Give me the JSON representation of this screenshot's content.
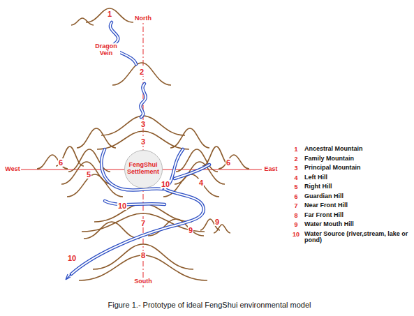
{
  "diagram": {
    "caption": "Figure 1.- Prototype of ideal FengShui environmental model",
    "nodes": [
      {
        "text": [
          "FengShui Settlement"
        ]
      }
    ],
    "edges": [],
    "labels": [
      "North",
      "South",
      "West",
      "East",
      "Dragon Vein",
      "1",
      "2",
      "3",
      "3",
      "6",
      "6",
      "5",
      "4",
      "10",
      "10",
      "7",
      "9",
      "9",
      "10",
      "8",
      "1",
      "2",
      "3",
      "4",
      "5",
      "6",
      "7",
      "8",
      "9",
      "10"
    ],
    "legend": [
      {
        "text": "Ancestral Mountain"
      },
      {
        "text": "Family Mountain"
      },
      {
        "text": "Principal Mountain"
      },
      {
        "text": "Left Hill"
      },
      {
        "text": "Right Hill"
      },
      {
        "text": "Guardian Hill"
      },
      {
        "text": "Near Front Hill"
      },
      {
        "text": "Far Front Hill"
      },
      {
        "text": "Water Mouth Hill"
      },
      {
        "text": "Water Source (river,stream, lake or pond)"
      }
    ]
  }
}
